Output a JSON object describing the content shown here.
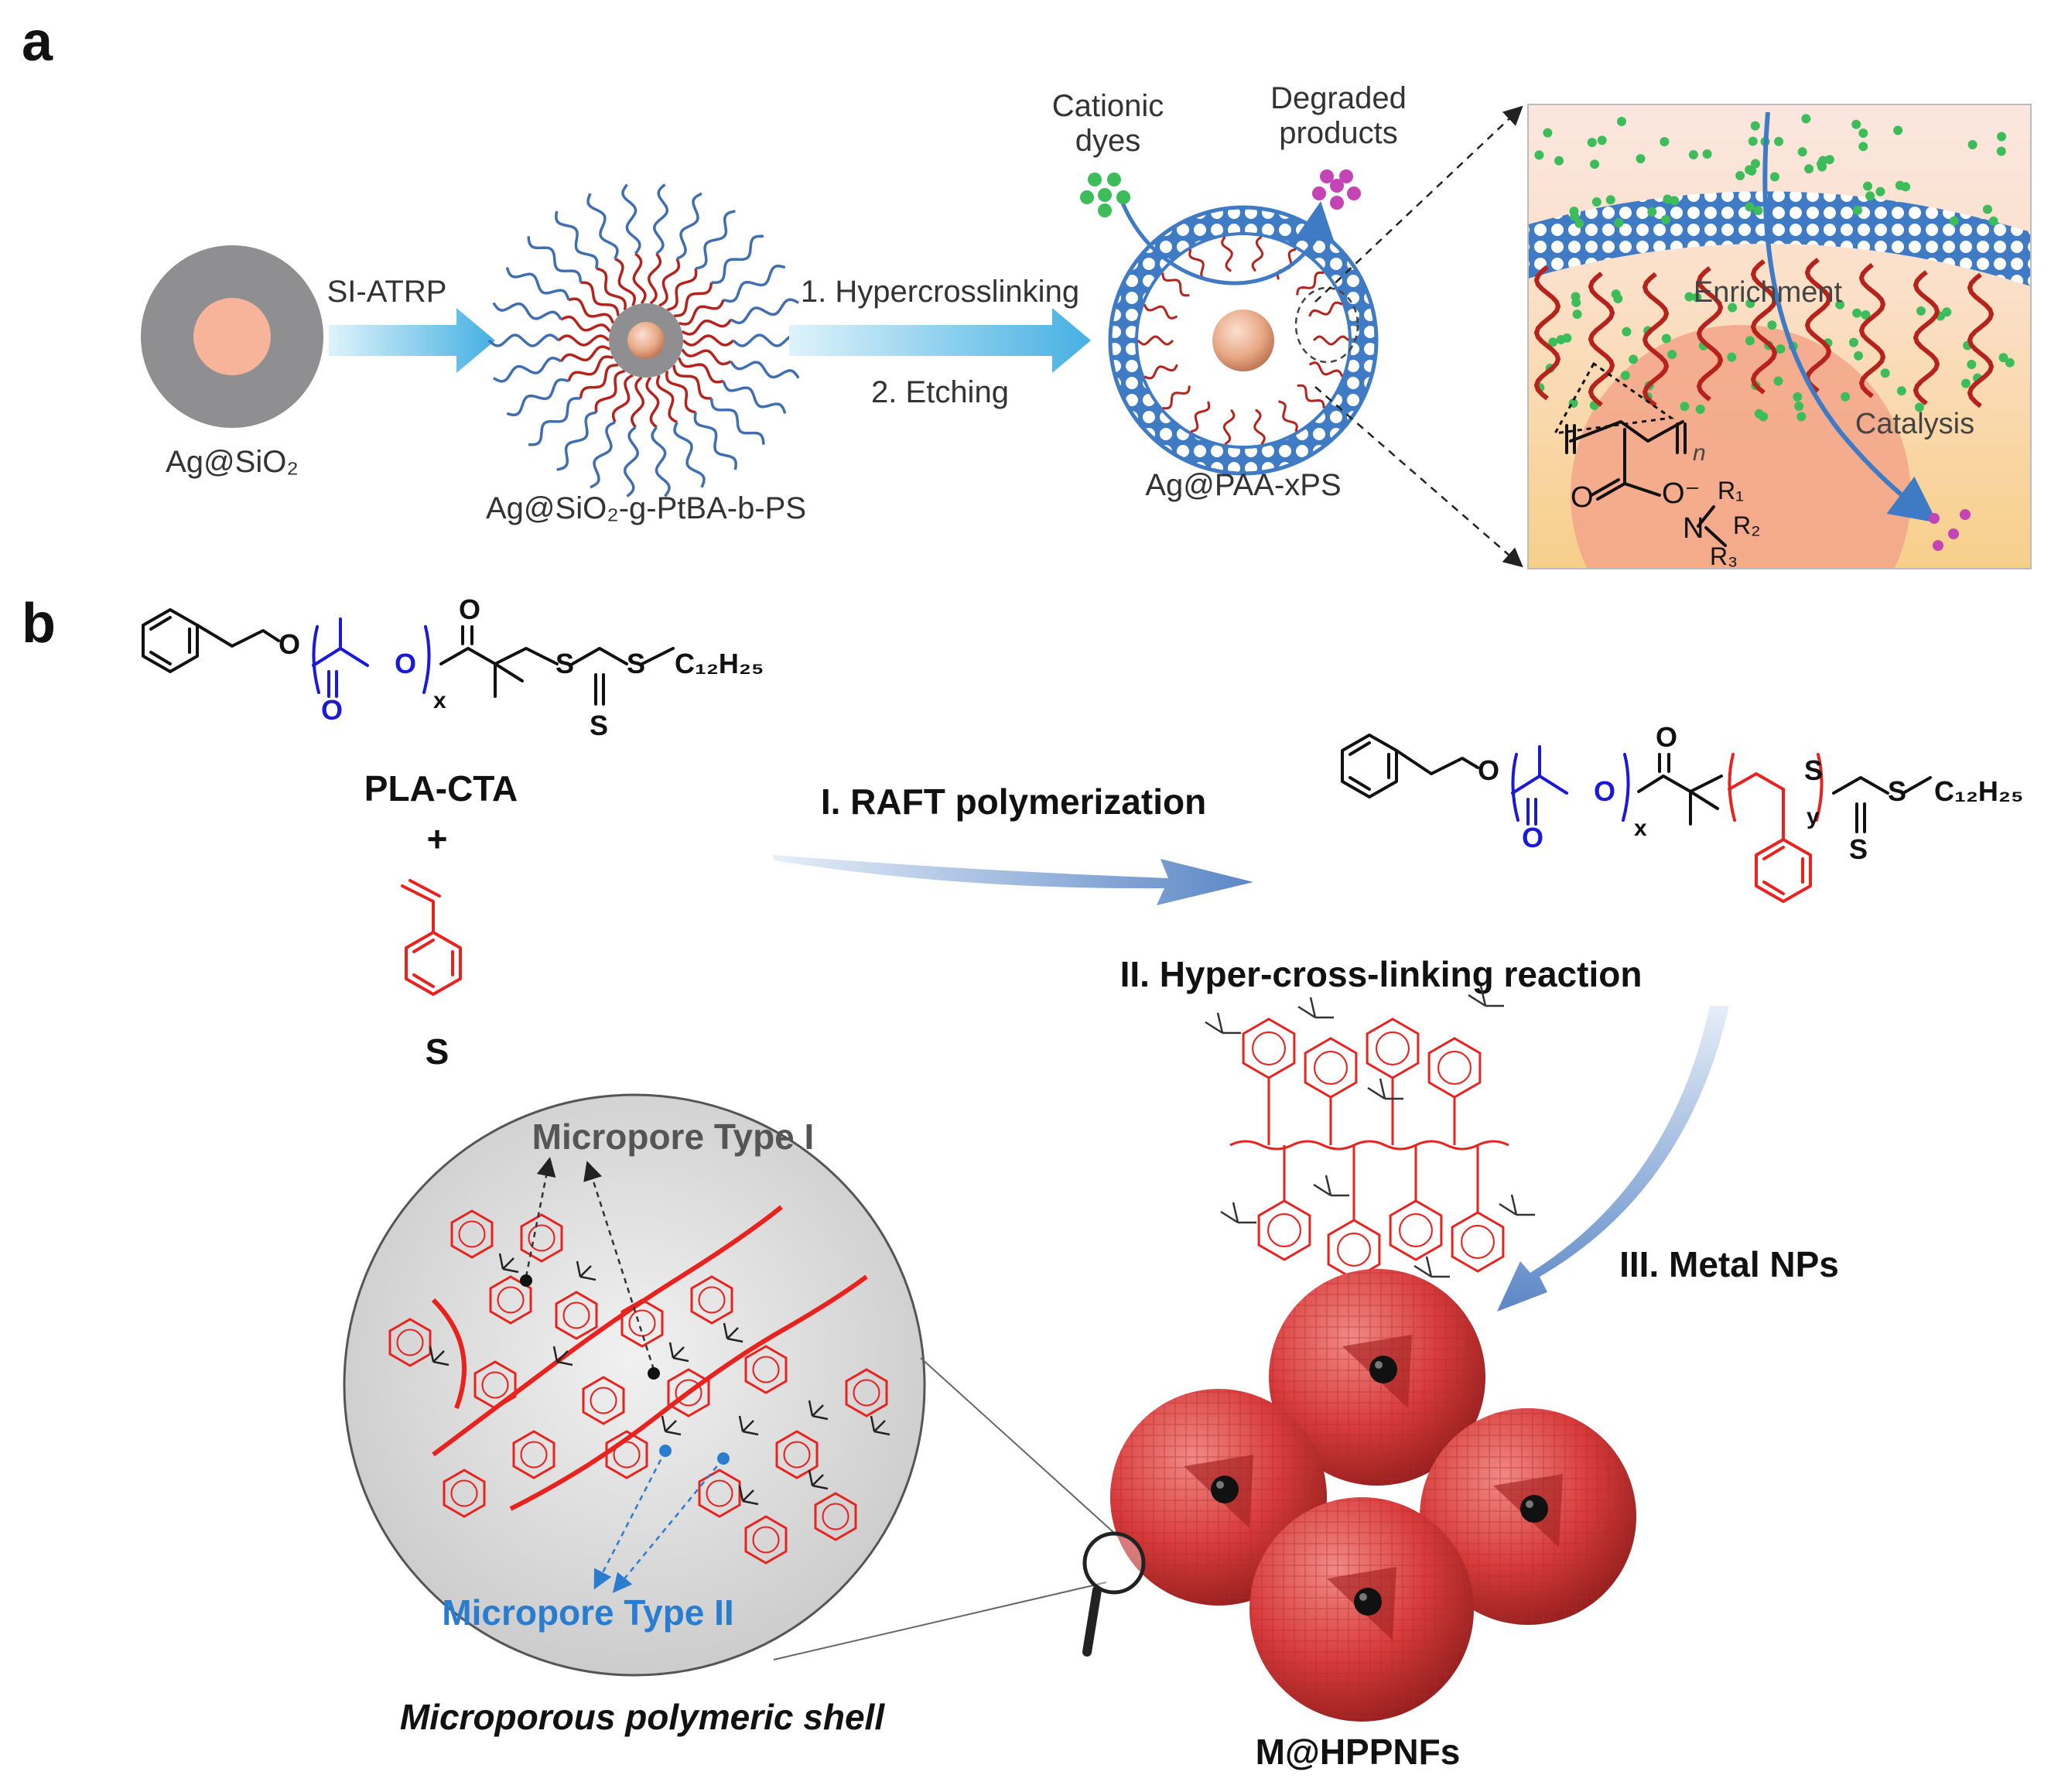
{
  "panels": {
    "a": {
      "label": "a",
      "steps": [
        {
          "name": "SI-ATRP"
        },
        {
          "name": "1. Hypercrosslinking"
        },
        {
          "name": "2. Etching"
        }
      ],
      "species": {
        "core": "Ag@SiO₂",
        "grafted": "Ag@SiO₂-g-PtBA-b-PS",
        "product": "Ag@PAA-xPS"
      },
      "annotations": {
        "dyes_line1": "Cationic",
        "dyes_line2": "dyes",
        "degraded_line1": "Degraded",
        "degraded_line2": "products",
        "enrichment": "Enrichment",
        "catalysis": "Catalysis"
      },
      "inset_chem": {
        "n": "n",
        "O": "O",
        "O_minus": "O⁻",
        "N": "N",
        "R1": "R₁",
        "R2": "R₂",
        "R3": "R₃"
      }
    },
    "b": {
      "label": "b",
      "reagents": {
        "pla_cta": "PLA-CTA",
        "plus": "+",
        "styrene": "S"
      },
      "steps": {
        "raft": "I. RAFT polymerization",
        "hcl": "II. Hyper-cross-linking reaction",
        "metal": "III. Metal NPs"
      },
      "chem_labels": {
        "O": "O",
        "S": "S",
        "x": "x",
        "y": "y",
        "tail": "C₁₂H₂₅"
      },
      "micropores": {
        "type1": "Micropore Type I",
        "type2": "Micropore Type II"
      },
      "shell_label": "Microporous polymeric shell",
      "product_label": "M@HPPNFs"
    }
  },
  "colors": {
    "core_orange": "#f7b49a",
    "shell_gray": "#9b9b9d",
    "ptba_red": "#b5231c",
    "ps_blue": "#3f6fb0",
    "arrow_blue": "#4fb3e3",
    "dye_green": "#3dbd5a",
    "product_magenta": "#c443b5",
    "plla_blue": "#1a1ad6",
    "ps_red": "#e8231f",
    "sphere_red": "#d83b3b",
    "type2_blue": "#2a7ccf"
  }
}
